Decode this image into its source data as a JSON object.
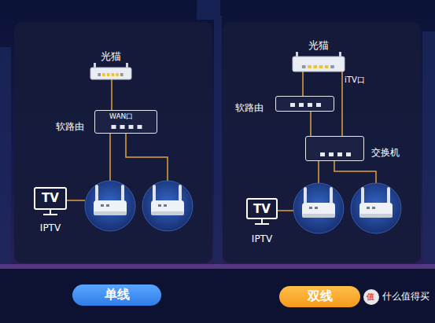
{
  "diagram": {
    "nodes": [
      {
        "text": [
          "光猫"
        ]
      },
      {
        "text": [
          "WAN口",
          "软路由"
        ]
      },
      {
        "text": [
          "TV",
          "IPTV"
        ]
      },
      {
        "text": [
          "光猫"
        ]
      },
      {
        "text": [
          "软路由"
        ]
      },
      {
        "text": [
          "交换机"
        ]
      },
      {
        "text": [
          "TV",
          "IPTV"
        ]
      },
      {
        "text": [
          "单线"
        ]
      },
      {
        "text": [
          "双线"
        ]
      }
    ],
    "edges": [
      {
        "from": 0,
        "to": 1,
        "arrow": "none"
      },
      {
        "from": 3,
        "to": 4,
        "arrow": "none"
      },
      {
        "from": 3,
        "to": 5,
        "arrow": "none"
      },
      {
        "from": 4,
        "to": 5,
        "arrow": "none"
      }
    ],
    "labels": [
      "iTV口",
      "值",
      "什么值得买"
    ]
  }
}
